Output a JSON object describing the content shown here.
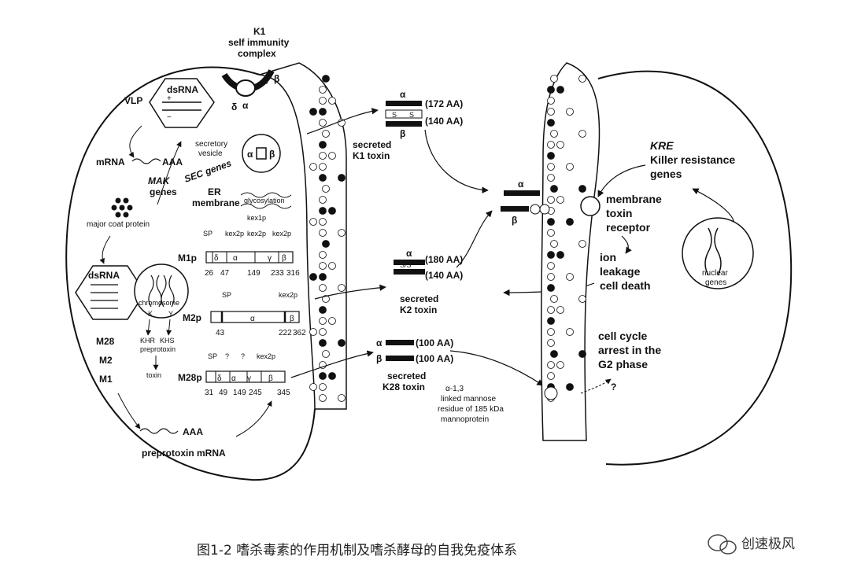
{
  "left_cell": {
    "complex_title": "K1",
    "complex_sub1": "self immunity",
    "complex_sub2": "complex",
    "vlp": "VLP",
    "dsrna_top": "dsRNA",
    "mrna": "mRNA",
    "aaa1": "AAA",
    "mak": "MAK",
    "genes": "genes",
    "major_coat": "major coat protein",
    "dsrna_bottom": "dsRNA",
    "chromosome": "chromosome",
    "k_lbl": "K",
    "y_lbl": "Y",
    "khr": "KHR",
    "khs": "KHS",
    "preprotoxin_small": "preprotoxin",
    "toxin_small": "toxin",
    "m28": "M28",
    "m2": "M2",
    "m1": "M1",
    "aaa2": "AAA",
    "preprotoxin_mrna": "preprotoxin mRNA",
    "secretory1": "secretory",
    "secretory2": "vesicle",
    "sec_genes": "SEC genes",
    "er1": "ER",
    "er2": "membrane",
    "glyco": "glycosylation",
    "delta": "δ",
    "alpha": "α",
    "beta": "β",
    "gamma": "γ"
  },
  "m1p": {
    "label": "M1p",
    "top_labels": [
      "SP",
      "kex2p",
      "kex1p",
      "kex2p",
      "kex2p"
    ],
    "segments": [
      "δ",
      "α",
      "γ",
      "β"
    ],
    "numbers": [
      "26",
      "47",
      "149",
      "233",
      "316"
    ]
  },
  "m2p": {
    "label": "M2p",
    "top_labels": [
      "SP",
      "kex2p"
    ],
    "segments": [
      "α",
      "β"
    ],
    "numbers": [
      "43",
      "222",
      "362"
    ]
  },
  "m28p": {
    "label": "M28p",
    "top_labels": [
      "SP",
      "?",
      "?",
      "kex2p"
    ],
    "segments": [
      "δ",
      "α",
      "γ",
      "β"
    ],
    "numbers": [
      "31",
      "49",
      "149",
      "245",
      "345"
    ]
  },
  "toxins": {
    "k1_alpha": "α",
    "k1_beta": "β",
    "k1_ss1": "S",
    "k1_ss2": "S",
    "k1_aa1": "(172 AA)",
    "k1_aa2": "(140 AA)",
    "k1_name1": "secreted",
    "k1_name2": "K1 toxin",
    "k2_alpha": "α",
    "k2_ss": "S/S",
    "k2_aa1": "(180 AA)",
    "k2_aa2": "(140 AA)",
    "k2_name1": "secreted",
    "k2_name2": "K2 toxin",
    "k28_alpha": "α",
    "k28_beta": "β",
    "k28_aa1": "(100 AA)",
    "k28_aa2": "(100 AA)",
    "k28_name1": "secreted",
    "k28_name2": "K28 toxin",
    "mannose1": "α-1,3",
    "mannose2": "linked mannose",
    "mannose3": "residue of 185 kDa",
    "mannose4": "mannoprotein"
  },
  "right_cell": {
    "bound_alpha": "α",
    "bound_beta": "β",
    "kre": "KRE",
    "kre2": "Killer resistance",
    "kre3": "genes",
    "receptor1": "membrane",
    "receptor2": "toxin",
    "receptor3": "receptor",
    "ion1": "ion",
    "ion2": "leakage",
    "ion3": "cell death",
    "nuclear1": "nuclear",
    "nuclear2": "genes",
    "cycle1": "cell cycle",
    "cycle2": "arrest in the",
    "cycle3": "G2 phase",
    "question": "?"
  },
  "caption": "图1-2  嗜杀毒素的作用机制及嗜杀酵母的自我免疫体系",
  "watermark": "创速极风"
}
